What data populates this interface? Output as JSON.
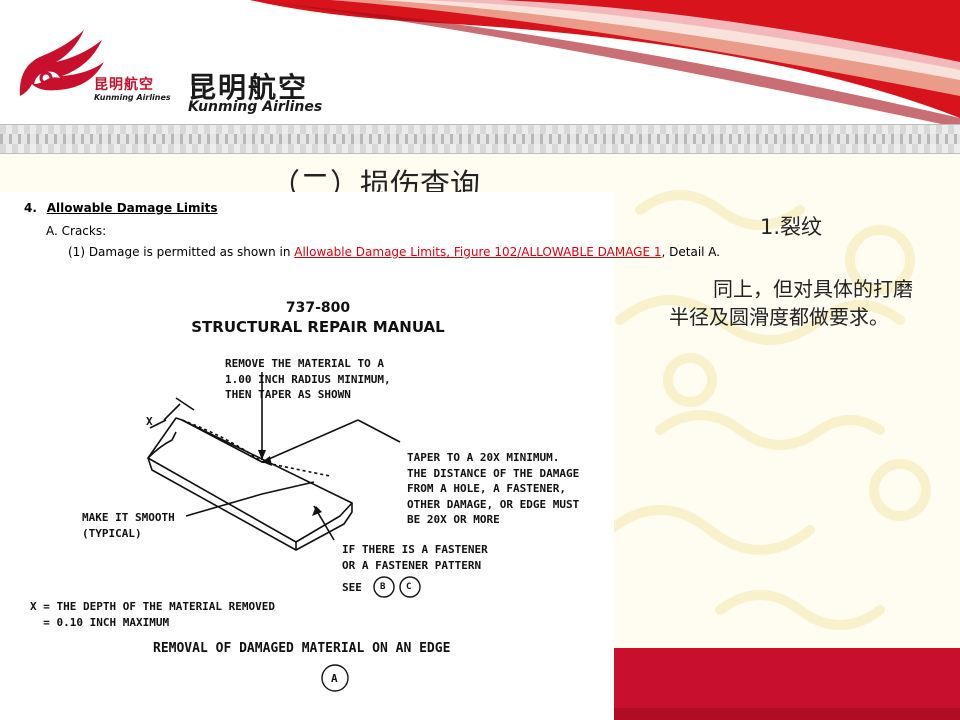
{
  "brand": {
    "cn_small": "昆明航空",
    "en_small": "Kunming Airlines",
    "cn_big": "昆明航空",
    "en_big": "Kunming Airlines"
  },
  "slide": {
    "title": "（二）损伤查询",
    "section_heading": "1.裂纹",
    "section_body": "同上，但对具体的打磨半径及圆滑度都做要求。"
  },
  "document": {
    "section_number": "4.",
    "section_title": "Allowable Damage Limits",
    "sub_label": "A.  Cracks:",
    "line_prefix": "(1)  Damage is permitted as shown in ",
    "line_link": "Allowable Damage Limits, Figure 102/ALLOWABLE DAMAGE 1",
    "line_suffix": ", Detail A.",
    "manual_model": "737-800",
    "manual_title": "STRUCTURAL REPAIR MANUAL"
  },
  "drawing": {
    "note_remove": "REMOVE THE MATERIAL TO A\n1.00 INCH RADIUS MINIMUM,\nTHEN TAPER AS SHOWN",
    "label_x": "X",
    "note_taper": "TAPER TO A 20X MINIMUM.\nTHE DISTANCE OF THE DAMAGE\nFROM A HOLE, A FASTENER,\nOTHER DAMAGE, OR EDGE MUST\nBE 20X OR MORE",
    "note_smooth": "MAKE IT SMOOTH\n(TYPICAL)",
    "note_fastener": "IF THERE IS A FASTENER\nOR A FASTENER PATTERN",
    "see_label": "SEE",
    "see_b": "B",
    "see_c": "C",
    "note_x_def": "X = THE DEPTH OF THE MATERIAL REMOVED\n  = 0.10 INCH MAXIMUM",
    "caption": "REMOVAL OF DAMAGED MATERIAL ON AN EDGE",
    "detail_label": "A"
  },
  "colors": {
    "brand_red": "#c8102e",
    "link_red": "#e0000e"
  }
}
